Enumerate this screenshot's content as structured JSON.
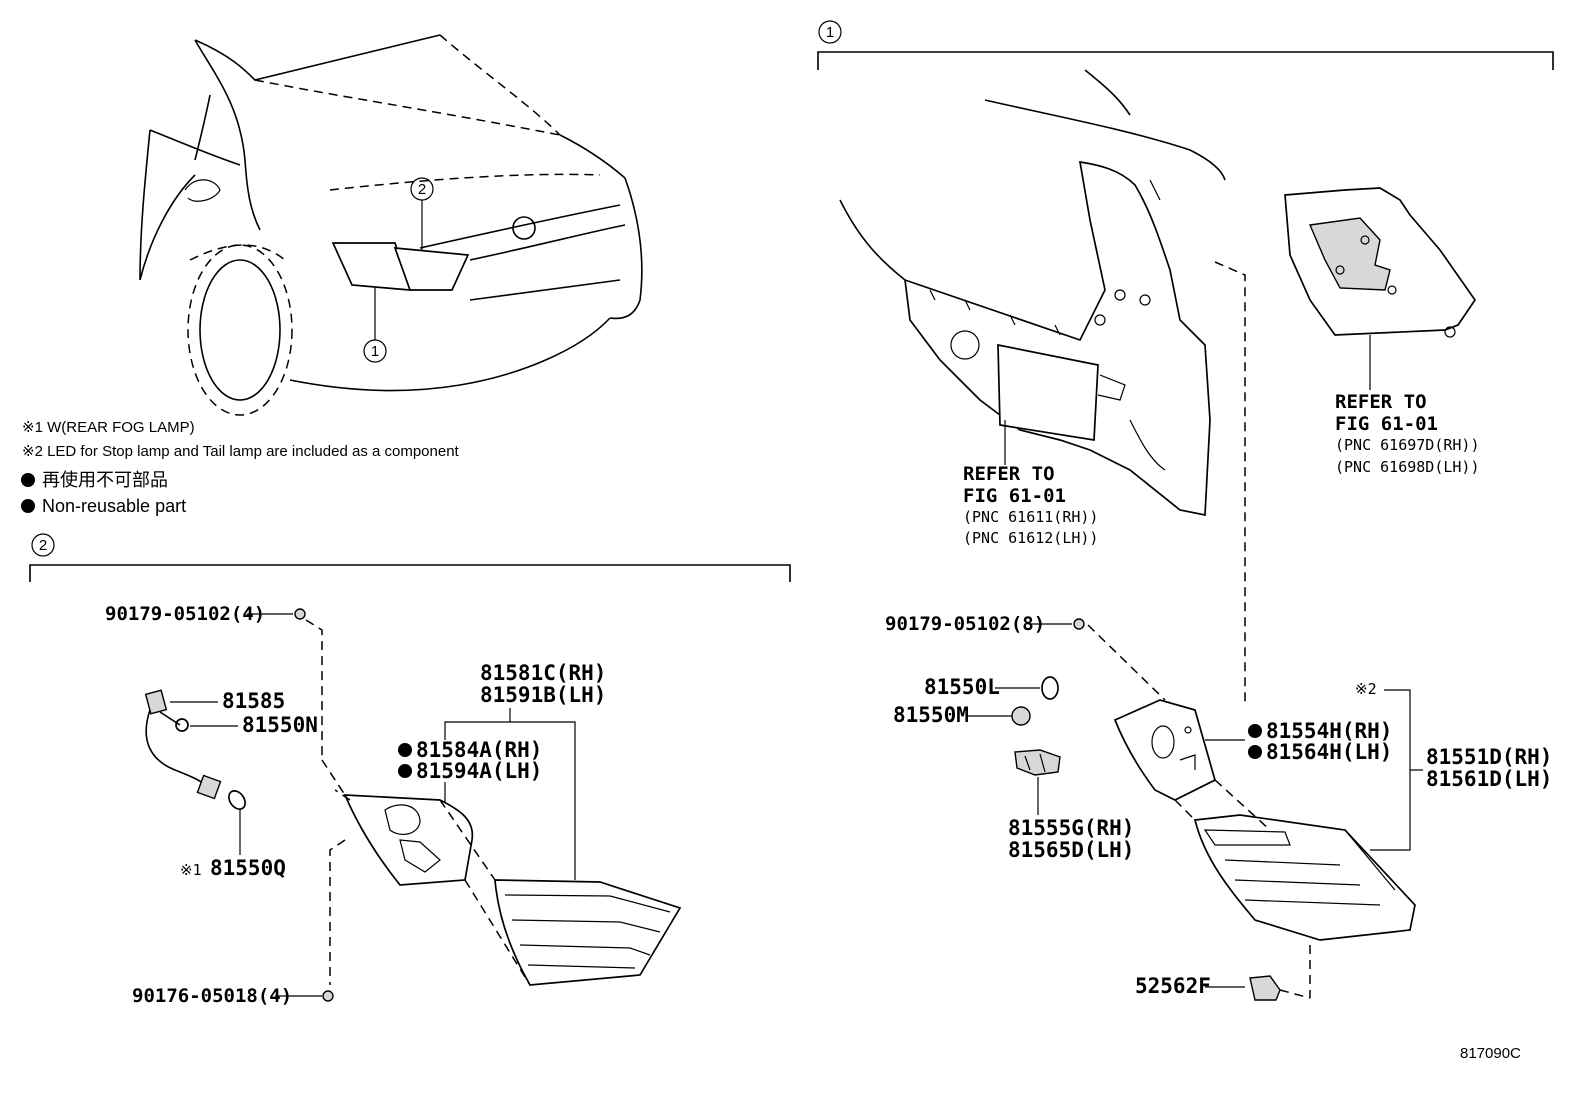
{
  "notes": {
    "note1": "※1 W(REAR FOG LAMP)",
    "note2": "※2 LED for Stop lamp and Tail lamp are included as a component",
    "legend_jp": "再使用不可部品",
    "legend_en": "Non-reusable part"
  },
  "callouts": {
    "one": "1",
    "two": "2"
  },
  "section2_parts": {
    "p_90179_4": "90179-05102(4)",
    "p_81585": "81585",
    "p_81550n": "81550N",
    "p_81550q_mark": "※1",
    "p_81550q": "81550Q",
    "p_81584a": "81584A(RH)",
    "p_81594a": "81594A(LH)",
    "p_81581c": "81581C(RH)",
    "p_81591b": "81591B(LH)",
    "p_90176": "90176-05018(4)"
  },
  "section1_parts": {
    "refer1_a": "REFER TO",
    "refer1_b": "FIG 61-01",
    "refer1_c": "(PNC 61611(RH))",
    "refer1_d": "(PNC 61612(LH))",
    "refer2_a": "REFER TO",
    "refer2_b": "FIG 61-01",
    "refer2_c": "(PNC 61697D(RH))",
    "refer2_d": "(PNC 61698D(LH))",
    "p_90179_8": "90179-05102(8)",
    "p_81550l": "81550L",
    "p_81550m": "81550M",
    "p_81555g": "81555G(RH)",
    "p_81565d": "81565D(LH)",
    "p_81554h": "81554H(RH)",
    "p_81564h": "81564H(LH)",
    "p_mark2": "※2",
    "p_81551d": "81551D(RH)",
    "p_81561d": "81561D(LH)",
    "p_52562f": "52562F"
  },
  "figure_id": "817090C"
}
